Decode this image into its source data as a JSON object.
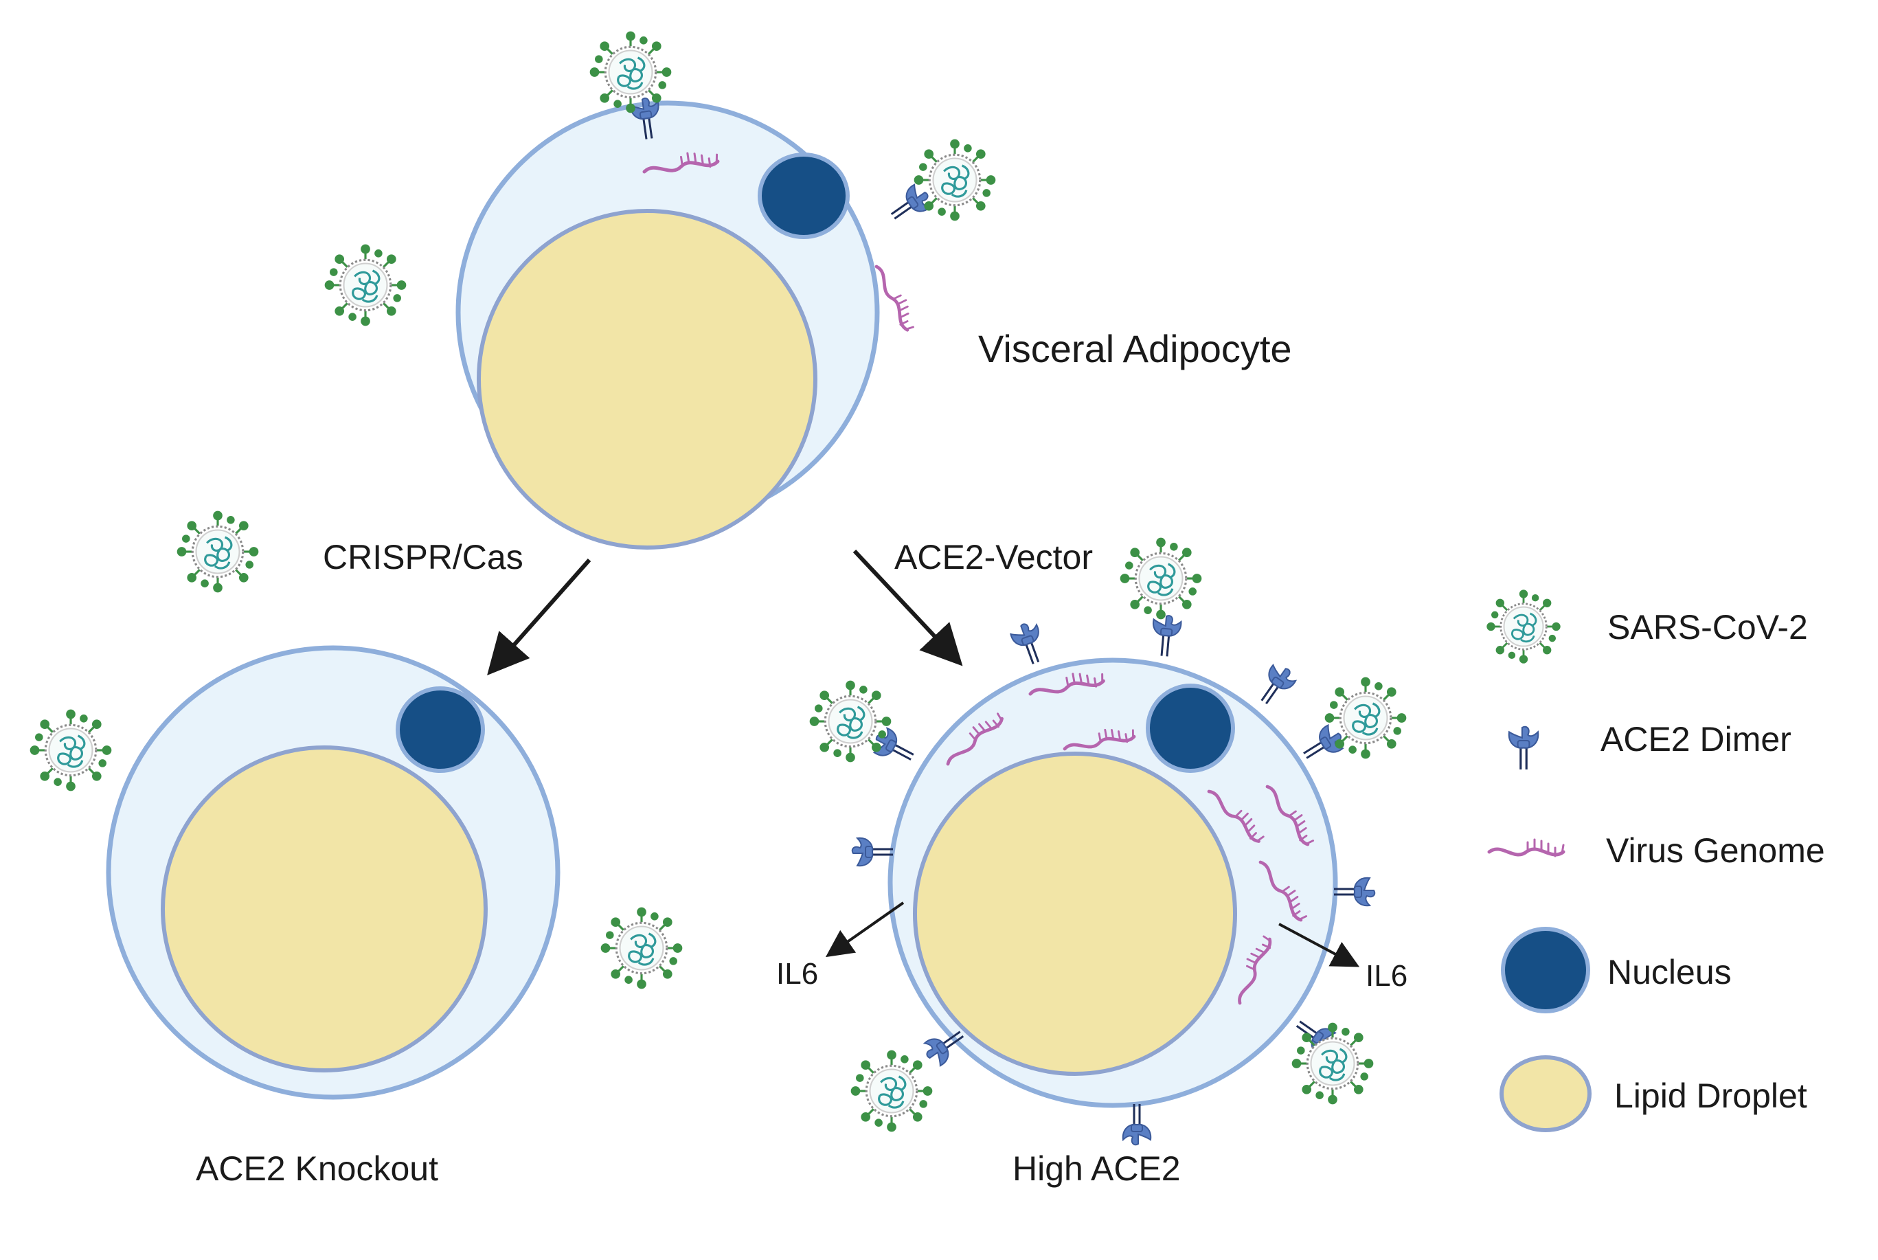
{
  "labels": {
    "visceral_adipocyte": "Visceral Adipocyte",
    "crispr": "CRISPR/Cas",
    "ace2_vector": "ACE2-Vector",
    "ace2_knockout": "ACE2 Knockout",
    "high_ace2": "High ACE2",
    "il6_left": "IL6",
    "il6_right": "IL6"
  },
  "legend": [
    {
      "icon": "sars-cov-2-icon",
      "label": "SARS-CoV-2"
    },
    {
      "icon": "ace2-dimer-icon",
      "label": "ACE2 Dimer"
    },
    {
      "icon": "virus-genome-icon",
      "label": "Virus Genome"
    },
    {
      "icon": "nucleus-icon",
      "label": "Nucleus"
    },
    {
      "icon": "lipid-droplet-icon",
      "label": "Lipid Droplet"
    }
  ],
  "colors": {
    "cell_fill": "#e8f3fb",
    "cell_stroke": "#8eaedb",
    "lipid_fill": "#f2e5a7",
    "lipid_stroke": "#8ea3cf",
    "nucleus_fill": "#164f86",
    "nucleus_stroke": "#8eaedb",
    "genome": "#b565ae",
    "virus_spike": "#3c9146",
    "virus_core": "#2f9a9a",
    "receptor": "#5a7fc4",
    "arrow": "#1a1a1a"
  }
}
